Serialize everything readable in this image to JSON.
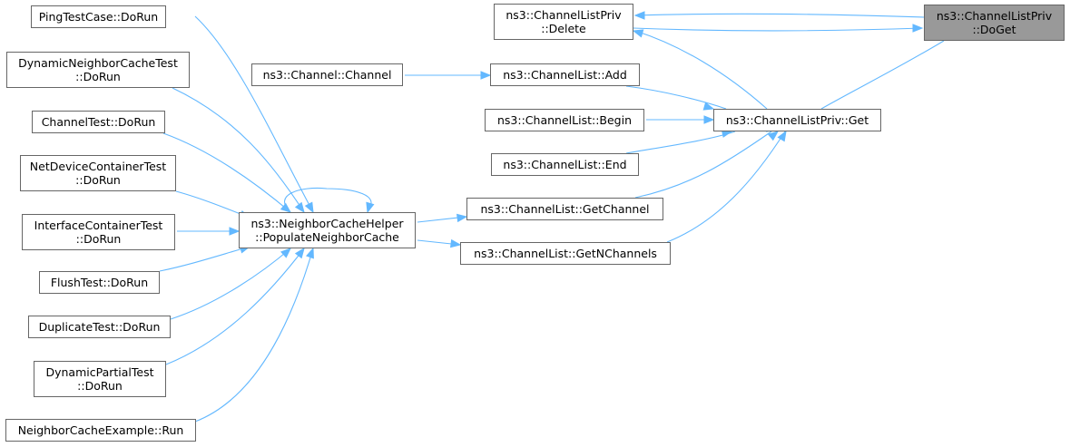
{
  "nodes": {
    "doget": {
      "lines": [
        "ns3::ChannelListPriv",
        "::DoGet"
      ],
      "focus": true
    },
    "delete": {
      "lines": [
        "ns3::ChannelListPriv",
        "::Delete"
      ]
    },
    "get": {
      "lines": [
        "ns3::ChannelListPriv::Get"
      ]
    },
    "add": {
      "lines": [
        "ns3::ChannelList::Add"
      ]
    },
    "begin": {
      "lines": [
        "ns3::ChannelList::Begin"
      ]
    },
    "end": {
      "lines": [
        "ns3::ChannelList::End"
      ]
    },
    "getchannel": {
      "lines": [
        "ns3::ChannelList::GetChannel"
      ]
    },
    "getnchannels": {
      "lines": [
        "ns3::ChannelList::GetNChannels"
      ]
    },
    "channel": {
      "lines": [
        "ns3::Channel::Channel"
      ]
    },
    "populate": {
      "lines": [
        "ns3::NeighborCacheHelper",
        "::PopulateNeighborCache"
      ]
    },
    "ping": {
      "lines": [
        "PingTestCase::DoRun"
      ]
    },
    "dynnc": {
      "lines": [
        "DynamicNeighborCacheTest",
        "::DoRun"
      ]
    },
    "chtest": {
      "lines": [
        "ChannelTest::DoRun"
      ]
    },
    "netdev": {
      "lines": [
        "NetDeviceContainerTest",
        "::DoRun"
      ]
    },
    "iface": {
      "lines": [
        "InterfaceContainerTest",
        "::DoRun"
      ]
    },
    "flush": {
      "lines": [
        "FlushTest::DoRun"
      ]
    },
    "dup": {
      "lines": [
        "DuplicateTest::DoRun"
      ]
    },
    "dynpart": {
      "lines": [
        "DynamicPartialTest",
        "::DoRun"
      ]
    },
    "ncex": {
      "lines": [
        "NeighborCacheExample::Run"
      ]
    }
  },
  "edges": [
    [
      "doget",
      "delete"
    ],
    [
      "delete",
      "doget"
    ],
    [
      "doget",
      "get"
    ],
    [
      "get",
      "delete"
    ],
    [
      "get",
      "add"
    ],
    [
      "get",
      "begin"
    ],
    [
      "get",
      "end"
    ],
    [
      "get",
      "getchannel"
    ],
    [
      "get",
      "getnchannels"
    ],
    [
      "add",
      "channel"
    ],
    [
      "getchannel",
      "populate"
    ],
    [
      "getnchannels",
      "populate"
    ],
    [
      "populate",
      "populate"
    ],
    [
      "populate",
      "ping"
    ],
    [
      "populate",
      "dynnc"
    ],
    [
      "populate",
      "chtest"
    ],
    [
      "populate",
      "netdev"
    ],
    [
      "populate",
      "iface"
    ],
    [
      "populate",
      "flush"
    ],
    [
      "populate",
      "dup"
    ],
    [
      "populate",
      "dynpart"
    ],
    [
      "populate",
      "ncex"
    ]
  ]
}
